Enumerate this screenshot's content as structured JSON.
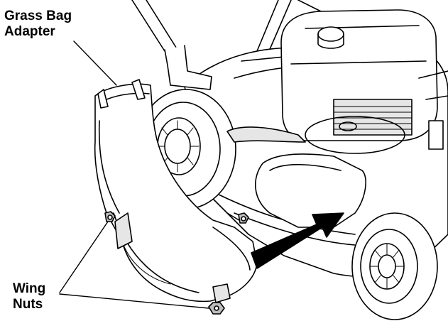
{
  "labels": {
    "grass_bag_adapter": [
      "Grass Bag",
      "Adapter"
    ],
    "wing_nuts": [
      "Wing",
      "Nuts"
    ]
  },
  "colors": {
    "ink": "#000000",
    "paper": "#ffffff",
    "shade": "#e6e6e6",
    "dark_shade": "#bdbdbd"
  },
  "icons": [
    "arrow-icon",
    "wheel-icon",
    "wing-nut-icon"
  ]
}
